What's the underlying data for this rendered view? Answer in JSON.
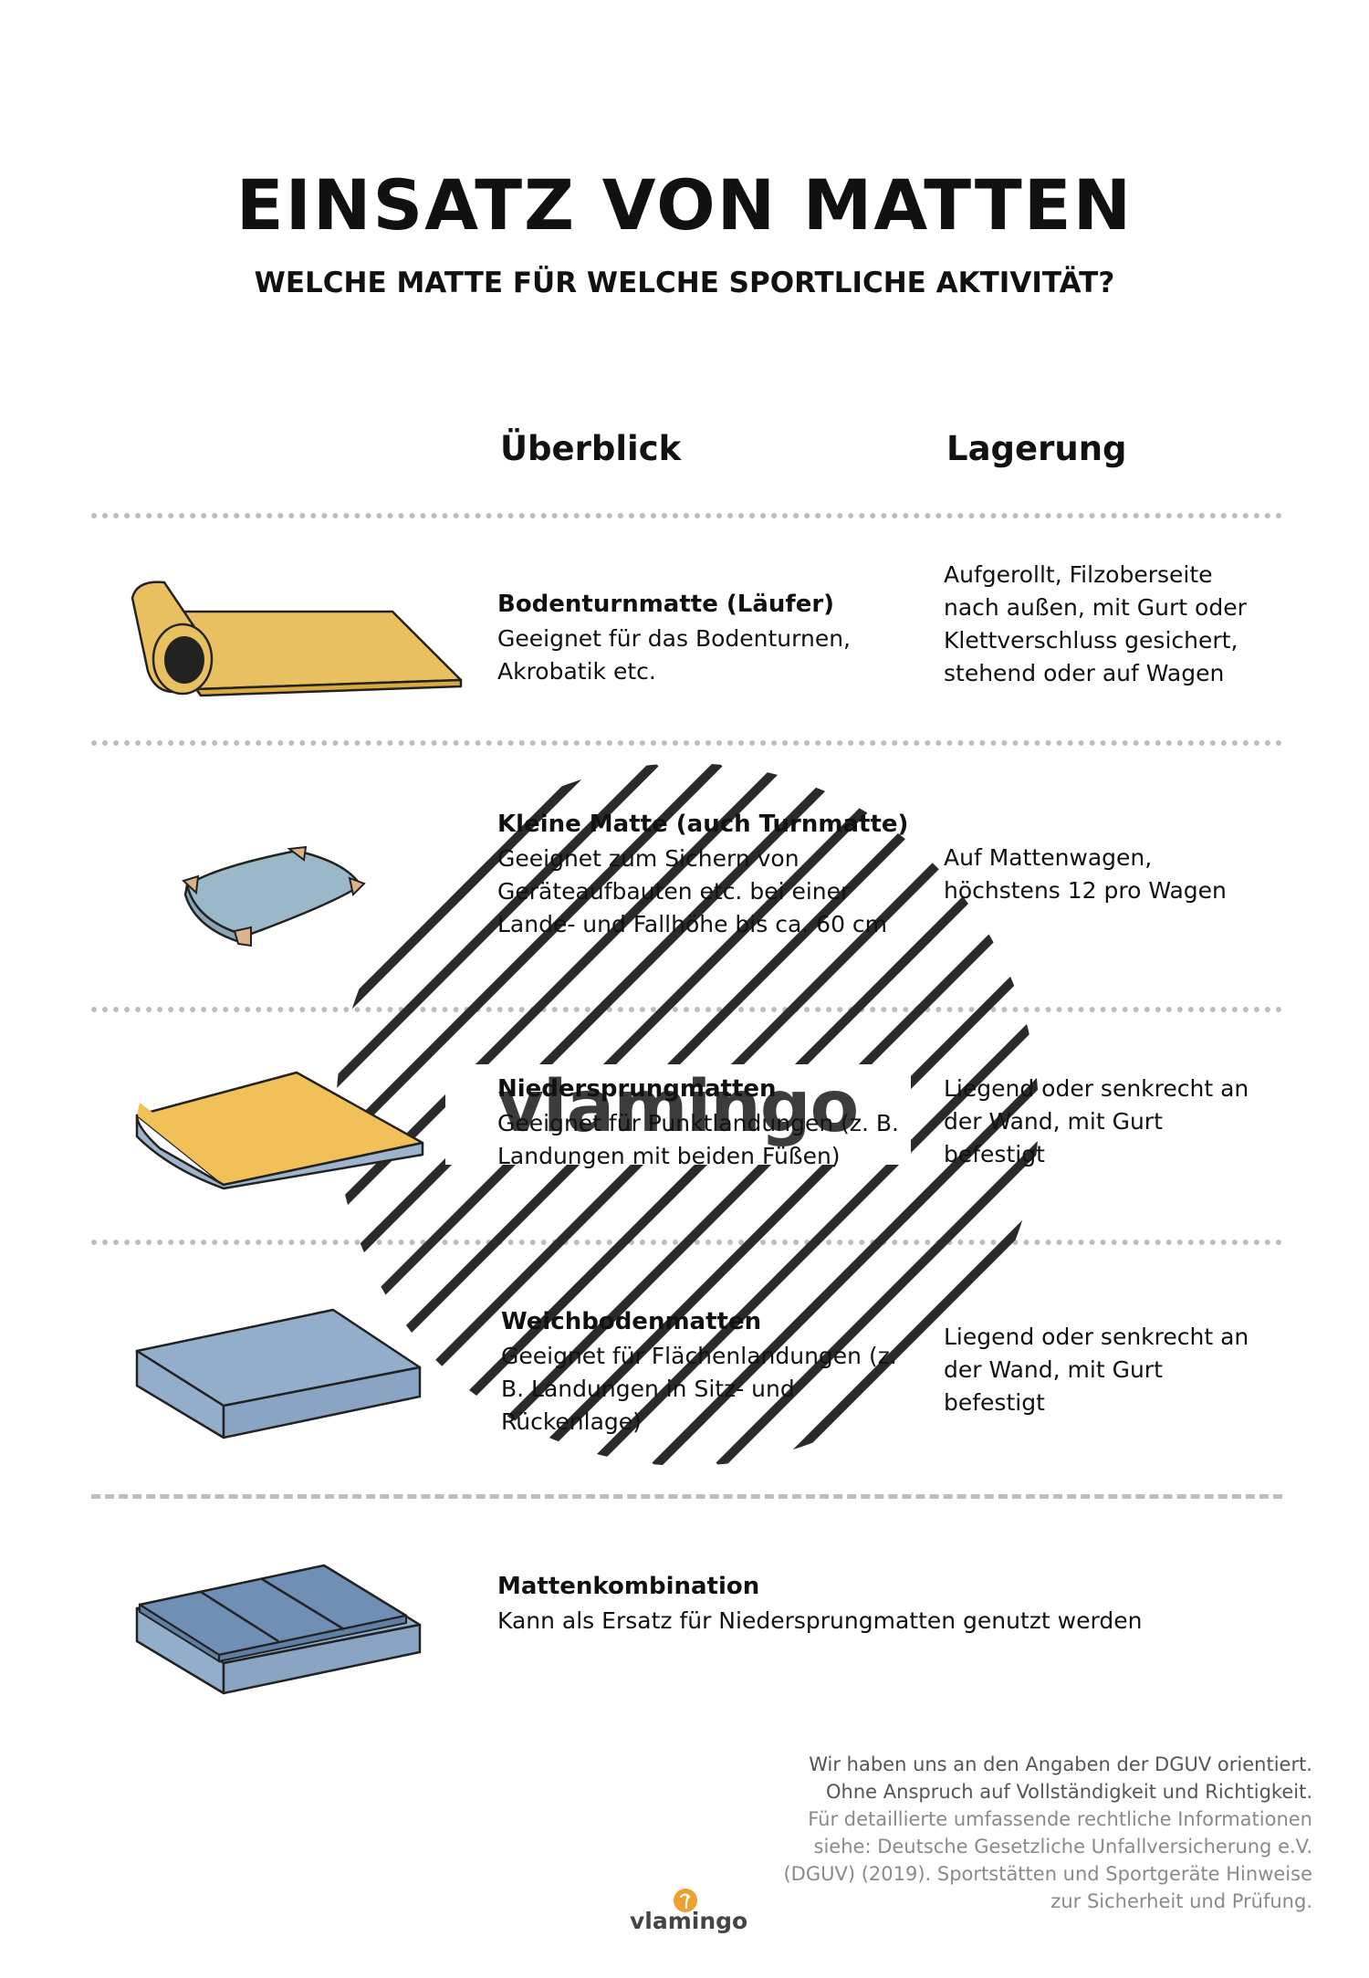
{
  "header": {
    "title": "EINSATZ VON MATTEN",
    "subtitle": "WELCHE MATTE FÜR WELCHE SPORTLICHE AKTIVITÄT?"
  },
  "columns": {
    "overview": "Überblick",
    "storage": "Lagerung"
  },
  "rows": [
    {
      "title": "Bodenturnmatte (Läufer)",
      "desc": [
        "Geeignet für das Bodenturnen,",
        "Akrobatik etc."
      ],
      "storage": [
        "Aufgerollt, Filzoberseite",
        "nach außen, mit Gurt oder",
        "Klettverschluss gesichert,",
        "stehend oder auf Wagen"
      ],
      "icon": "rolled-mat-icon"
    },
    {
      "title": "Kleine Matte (auch Turnmatte)",
      "desc": [
        "Geeignet zum Sichern von",
        "Geräteaufbauten etc. bei einer",
        "Lande- und Fallhöhe bis ca. 60 cm"
      ],
      "storage": [
        "Auf Mattenwagen,",
        "höchstens 12 pro Wagen"
      ],
      "icon": "small-mat-icon"
    },
    {
      "title": "Niedersprungmatten",
      "desc": [
        "Geeignet für Punktlandungen (z. B.",
        "Landungen mit beiden Füßen)"
      ],
      "storage": [
        "Liegend oder senkrecht an",
        "der Wand, mit Gurt",
        "befestigt"
      ],
      "icon": "landing-mat-icon"
    },
    {
      "title": "Weichbodenmatten",
      "desc": [
        "Geeignet für Flächenlandungen (z.",
        "B. Landungen in Sitz- und",
        "Rückenlage)"
      ],
      "storage": [
        "Liegend oder senkrecht an",
        "der Wand, mit Gurt",
        "befestigt"
      ],
      "icon": "soft-mat-icon"
    },
    {
      "title": "Mattenkombination",
      "desc": [
        "Kann als Ersatz für Niedersprungmatten genutzt werden"
      ],
      "storage": [],
      "icon": "mat-combination-icon"
    }
  ],
  "footnote": {
    "line1": "Wir haben uns an den Angaben der DGUV orientiert.",
    "line2": "Ohne Anspruch auf Vollständigkeit und Richtigkeit.",
    "line3": "Für detaillierte umfassende rechtliche Informationen",
    "line4": "siehe: Deutsche Gesetzliche Unfallversicherung e.V.",
    "line5": "(DGUV) (2019). Sportstätten und Sportgeräte Hinweise",
    "line6": "zur Sicherheit und Prüfung."
  },
  "brand": {
    "watermark": "vlamingo",
    "logo": "vlamingo",
    "logo_icon": "flamingo-icon",
    "accent": "#f0a030"
  },
  "colors": {
    "yellow": "#e8c060",
    "orange_yellow": "#f2c058",
    "light_blue": "#9bb8c8",
    "blue": "#93aecb",
    "dark_blue": "#6f8fb5"
  }
}
